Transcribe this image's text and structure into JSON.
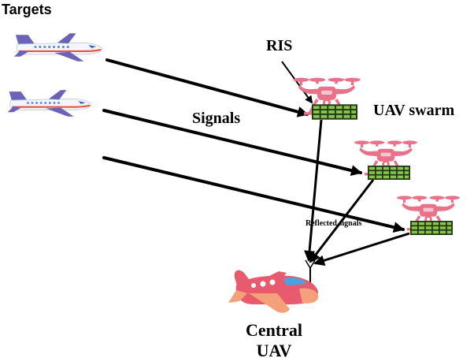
{
  "labels": {
    "targets": "Targets",
    "ris": "RIS",
    "uav_swarm": "UAV swarm",
    "signals": "Signals",
    "reflected_signals": "Reflected signals",
    "central_line1": "Central",
    "central_line2": "UAV"
  },
  "colors": {
    "airplane_body": "#f4f6fb",
    "airplane_wing": "#6a63b8",
    "airplane_stripe": "#e8553e",
    "airplane_window": "#5c8fd6",
    "drone": "#e8728a",
    "ris_panel": "#8bc34a",
    "central_uav_body": "#e85a6e",
    "central_uav_wing": "#f4a07a",
    "central_uav_window": "#4aa3e0"
  },
  "icons": {
    "targets": "airplane-icon",
    "swarm": "drone-icon",
    "ris": "ris-panel-icon",
    "central": "cartoon-plane-icon"
  }
}
